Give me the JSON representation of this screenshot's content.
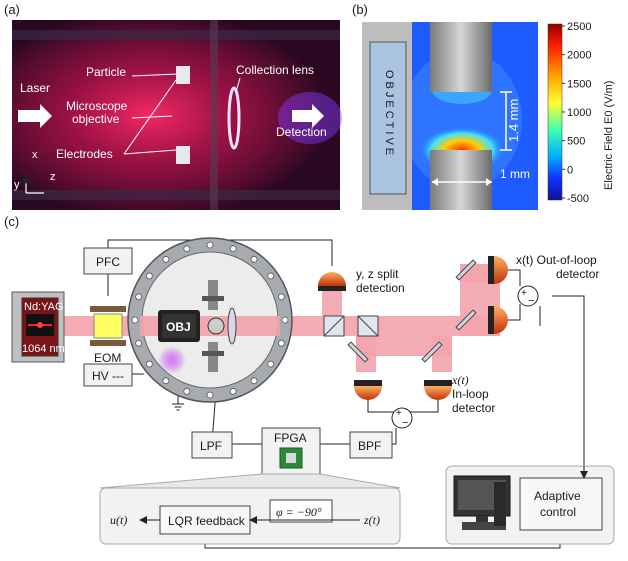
{
  "panel_a": {
    "tag": "(a)",
    "laser": "Laser",
    "particle": "Particle",
    "objective_1": "Microscope",
    "objective_2": "objective",
    "electrodes": "Electrodes",
    "collection_lens": "Collection lens",
    "detection": "Detection",
    "axis_x": "x",
    "axis_y": "y",
    "axis_z": "z"
  },
  "panel_b": {
    "tag": "(b)",
    "objective": "OBJECTIVE",
    "gap_label": "1.4 mm",
    "width_label": "1 mm",
    "colorbar_label": "Electric Field E0 (V/m)",
    "colorbar_ticks": [
      "2500",
      "2000",
      "1500",
      "1000",
      "500",
      "0",
      "-500"
    ],
    "colorbar_range": [
      -500,
      2500
    ]
  },
  "panel_c": {
    "tag": "(c)",
    "nd_yag": "Nd:YAG",
    "wavelength": "1064 nm",
    "eom": "EOM",
    "pfc": "PFC",
    "obj": "OBJ",
    "hv": "HV ---",
    "yz_split_1": "y, z split",
    "yz_split_2": "detection",
    "out_loop_1": "x(t) Out-of-loop",
    "out_loop_2": "detector",
    "in_loop_1": "x(t)",
    "in_loop_2": "In-loop",
    "in_loop_3": "detector",
    "plus": "+",
    "minus": "−",
    "lpf": "LPF",
    "fpga": "FPGA",
    "bpf": "BPF",
    "adaptive_1": "Adaptive",
    "adaptive_2": "control",
    "u_t": "u(t)",
    "lqr": "LQR feedback",
    "phi": "φ = −90°",
    "z_t": "z(t)"
  },
  "colors": {
    "beam": "#f3a3ac",
    "detector": "#d8451a",
    "chamber": "#9aa0a6",
    "box_fill": "#f2f2f2"
  }
}
